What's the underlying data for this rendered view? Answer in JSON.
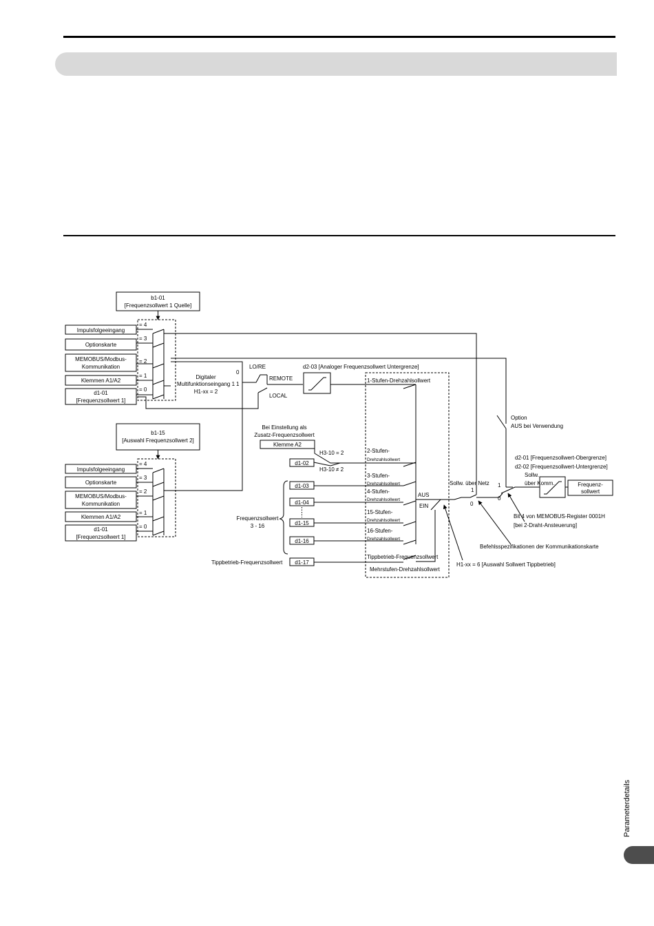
{
  "page": {
    "side_label": "Parameterdetails"
  },
  "diagram": {
    "b101_box": [
      "b1-01",
      "[Frequenzsollwert 1 Quelle]"
    ],
    "b115_box": [
      "b1-15",
      "[Auswahl Frequenzsollwert 2]"
    ],
    "sources1": [
      "Impulsfolgeeingang",
      "Optionskarte",
      "MEMOBUS/Modbus-",
      "Kommunikation",
      "Klemmen A1/A2",
      "d1-01",
      "[Frequenzsollwert 1]"
    ],
    "sources2": [
      "Impulsfolgeeingang",
      "Optionskarte",
      "MEMOBUS/Modbus-",
      "Kommunikation",
      "Klemmen A1/A2",
      "d1-01",
      "[Frequenzsollwert 1]"
    ],
    "selector_values1": [
      "= 4",
      "= 3",
      "= 2",
      "= 1",
      "= 0"
    ],
    "selector_values2": [
      "= 4",
      "= 3",
      "= 2",
      "= 1",
      "= 0"
    ],
    "digital_input": [
      "Digitaler",
      "Multifunktionseingang 1",
      "H1-xx = 2"
    ],
    "digital_input_zero": "0",
    "digital_input_one": "1",
    "lore": "LO/RE",
    "remote": "REMOTE",
    "local": "LOCAL",
    "d203_label": "d2-03 [Analoger Frequenzsollwert Untergrenze]",
    "zusatz_note": [
      "Bei Einstellung als",
      "Zusatz-Frequenzsollwert"
    ],
    "klemme_a2": "Klemme A2",
    "h310_eq": "H3-10 = 2",
    "h310_ne": "H3-10 ≠ 2",
    "d1_boxes": [
      "d1-02",
      "d1-03",
      "d1-04",
      "d1-15",
      "d1-16",
      "d1-17"
    ],
    "frequenzsollwert_brace": [
      "Frequenzsollwert",
      "3 - 16"
    ],
    "tippbetrieb_left": "Tippbetrieb-Frequenzsollwert",
    "step_labels": {
      "s1": "1-Stufen-Drehzahlsollwert",
      "s2a": "2-Stufen-",
      "s2b": "Drehzahlsollwert",
      "s3a": "3-Stufen-",
      "s3b": "Drehzahlsollwert",
      "s4a": "4-Stufen-",
      "s4b": "Drehzahlsollwert",
      "s15a": "15-Stufen-",
      "s15b": "Drehzahlsollwert",
      "s16a": "16-Stufen-",
      "s16b": "Drehzahlsollwert",
      "tipp": "Tippbetrieb-Frequenzsollwert",
      "mehr": "Mehrstufen-Drehzahlsollwert"
    },
    "aus": "AUS",
    "ein": "EIN",
    "netz_label": "Sollw. über Netz",
    "netz_one": "1",
    "netz_zero": "0",
    "option_note": [
      "Option",
      "AUS bei Verwendung"
    ],
    "limits": [
      "d2-01 [Frequenzsollwert-Obergrenze]",
      "d2-02 [Frequenzsollwert-Untergrenze]"
    ],
    "komm_label": [
      "Sollw.",
      "über Komm."
    ],
    "komm_one": "1",
    "komm_zero": "0",
    "output_box": [
      "Frequenz-",
      "sollwert"
    ],
    "bit4_note": [
      "Bit 4 von MEMOBUS-Register 0001H",
      "[bei 2-Draht-Ansteuerung]"
    ],
    "befehl_note": "Befehlsspezifikationen der Kommunikationskarte",
    "h1_tipp_note": "H1-xx = 6 [Auswahl Sollwert Tippbetrieb]"
  }
}
